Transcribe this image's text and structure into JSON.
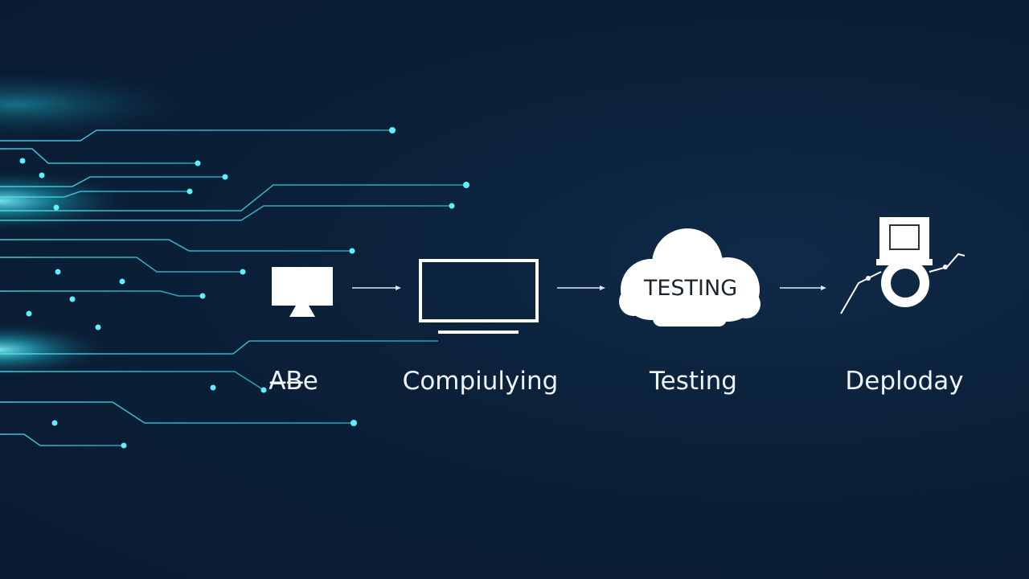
{
  "stages": [
    {
      "label": "A̶B̶e",
      "icon": "monitor-icon"
    },
    {
      "label": "Compiulying",
      "icon": "laptop-icon"
    },
    {
      "label": "Testing",
      "icon": "cloud-icon",
      "icon_text": "TESTING"
    },
    {
      "label": "Deploday",
      "icon": "server-icon"
    }
  ],
  "colors": {
    "background": "#0b2038",
    "circuit": "#2fd2e6",
    "icon": "#ffffff",
    "text": "#eef3f8"
  }
}
